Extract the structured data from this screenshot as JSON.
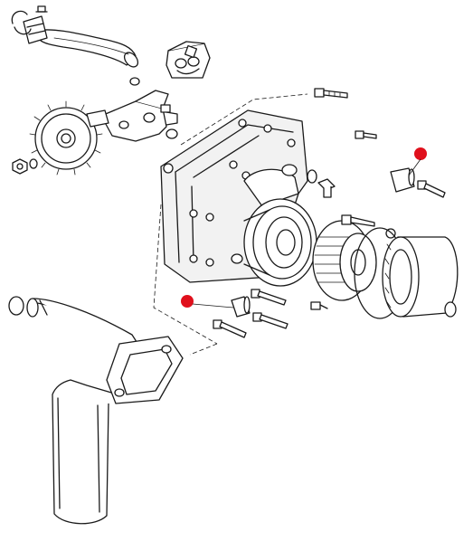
{
  "diagram": {
    "kind": "exploded-parts-view",
    "assembly_description": "",
    "colors": {
      "line": "#1a1a1a",
      "background": "#ffffff",
      "highlight_marker": "#e0101c"
    },
    "highlighted_parts": [
      {
        "part": "spacer-sleeve-right",
        "marker": "red-dot"
      },
      {
        "part": "spacer-sleeve-left",
        "marker": "red-dot"
      }
    ]
  }
}
